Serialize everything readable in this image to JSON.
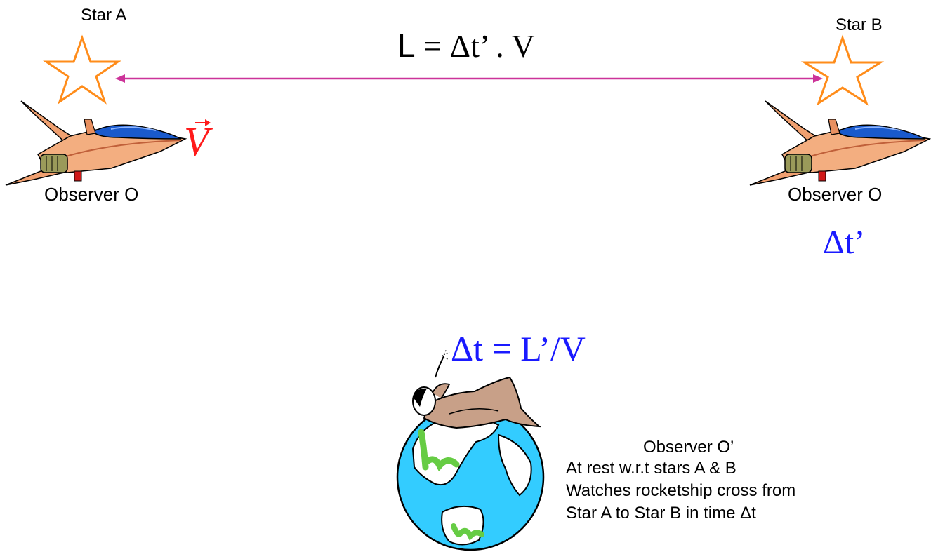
{
  "stars": {
    "a_label": "Star A",
    "b_label": "Star B",
    "color": "#ff8c1a"
  },
  "formulas": {
    "L_symbol": "L",
    "L_rest": " = Δt’ . V",
    "delta_t_prime": "Δt’",
    "delta_t": "Δt = L’/V",
    "velocity": "V"
  },
  "observers": {
    "left_label": "Observer O",
    "right_label": "Observer O"
  },
  "description": {
    "title": "Observer O’",
    "line1": "At rest w.r.t  stars A & B",
    "line2": "Watches rocketship cross from",
    "line3": "Star A to Star B in time Δt"
  },
  "colors": {
    "arrow": "#cc3399",
    "blue_text": "#1a1aff",
    "red_vector": "#ff1a1a",
    "ocean": "#33ccff",
    "land": "#ffffff",
    "vegetation": "#66cc44",
    "rocket_orange": "#f0a070",
    "rocket_cockpit": "#1a5acc"
  },
  "icons": [
    "star-icon",
    "rocketship-icon",
    "earth-globe-icon",
    "reclining-person-icon"
  ]
}
